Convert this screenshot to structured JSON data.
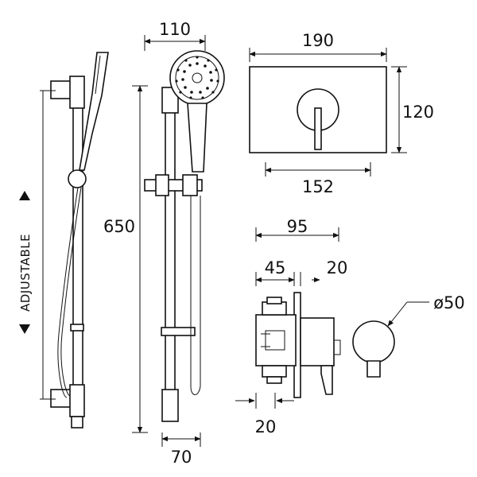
{
  "diagram": {
    "dimensions": {
      "handset_width": "110",
      "plate_width": "190",
      "plate_height": "120",
      "plate_fixing": "152",
      "rail_height": "650",
      "valve_depth": "95",
      "valve_body": "45",
      "valve_gap": "20",
      "wall_offset": "20",
      "rail_projection": "70",
      "outlet_diameter": "ø50"
    },
    "labels": {
      "adjustable": "ADJUSTABLE"
    }
  }
}
